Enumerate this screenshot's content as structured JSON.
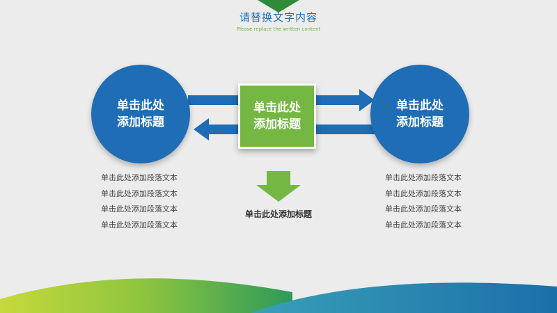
{
  "header": {
    "title": "请替换文字内容",
    "subtitle": "Please replace the written content"
  },
  "left_circle": {
    "line1": "单击此处",
    "line2": "添加标题"
  },
  "center_box": {
    "line1": "单击此处",
    "line2": "添加标题"
  },
  "right_circle": {
    "line1": "单击此处",
    "line2": "添加标题"
  },
  "left_paragraphs": [
    "单击此处添加段落文本",
    "单击此处添加段落文本",
    "单击此处添加段落文本",
    "单击此处添加段落文本"
  ],
  "right_paragraphs": [
    "单击此处添加段落文本",
    "单击此处添加段落文本",
    "单击此处添加段落文本",
    "单击此处添加段落文本"
  ],
  "center_label": "单击此处添加标题",
  "colors": {
    "blue": "#1e6db5",
    "green": "#74b843",
    "background": "#ececec"
  }
}
